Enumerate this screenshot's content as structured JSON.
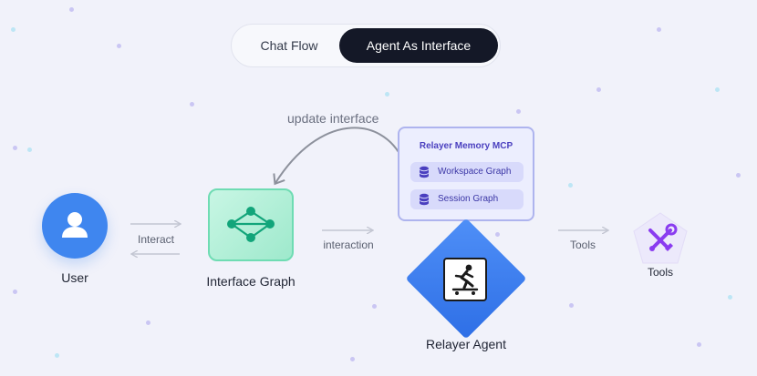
{
  "toggle": {
    "chat_flow": "Chat Flow",
    "agent_as_interface": "Agent As Interface",
    "active": "agent_as_interface"
  },
  "nodes": {
    "user": "User",
    "interface_graph": "Interface Graph",
    "mcp": {
      "title": "Relayer Memory MCP",
      "items": [
        "Workspace Graph",
        "Session Graph"
      ]
    },
    "agent": "Relayer Agent",
    "tools": "Tools"
  },
  "edges": {
    "interact": "Interact",
    "interaction": "interaction",
    "tools": "Tools",
    "update_interface": "update interface"
  },
  "colors": {
    "user": "#3f86ef",
    "graph_fill": "#c8f6e4",
    "graph_stroke": "#6fdcb3",
    "graph_icon": "#12a57a",
    "mcp_fill": "#eceefe",
    "mcp_stroke": "#aeb4ee",
    "agent": "#3a7ef0",
    "tools_fill": "#ece9fb",
    "tools_icon": "#8a3cf0",
    "toggle_active": "#141827"
  },
  "icons": {
    "user": "user-icon",
    "interface_graph": "network-graph-icon",
    "mcp_item": "database-icon",
    "agent": "skateboarder-icon",
    "tools": "wrench-screwdriver-icon"
  }
}
